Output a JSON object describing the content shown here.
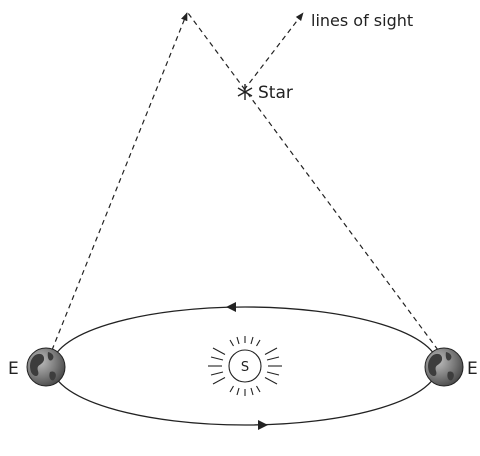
{
  "labels": {
    "lines_of_sight": "lines of sight",
    "star": "Star",
    "earth_left": "E",
    "earth_right": "E",
    "sun": "S"
  },
  "colors": {
    "ink": "#222222",
    "earth_ocean": "#8c8c8c",
    "earth_land": "#3d3d3d",
    "background": "#ffffff"
  },
  "icons": {
    "star": "asterisk-star-icon",
    "sun": "sun-icon",
    "earth": "earth-globe-icon"
  }
}
